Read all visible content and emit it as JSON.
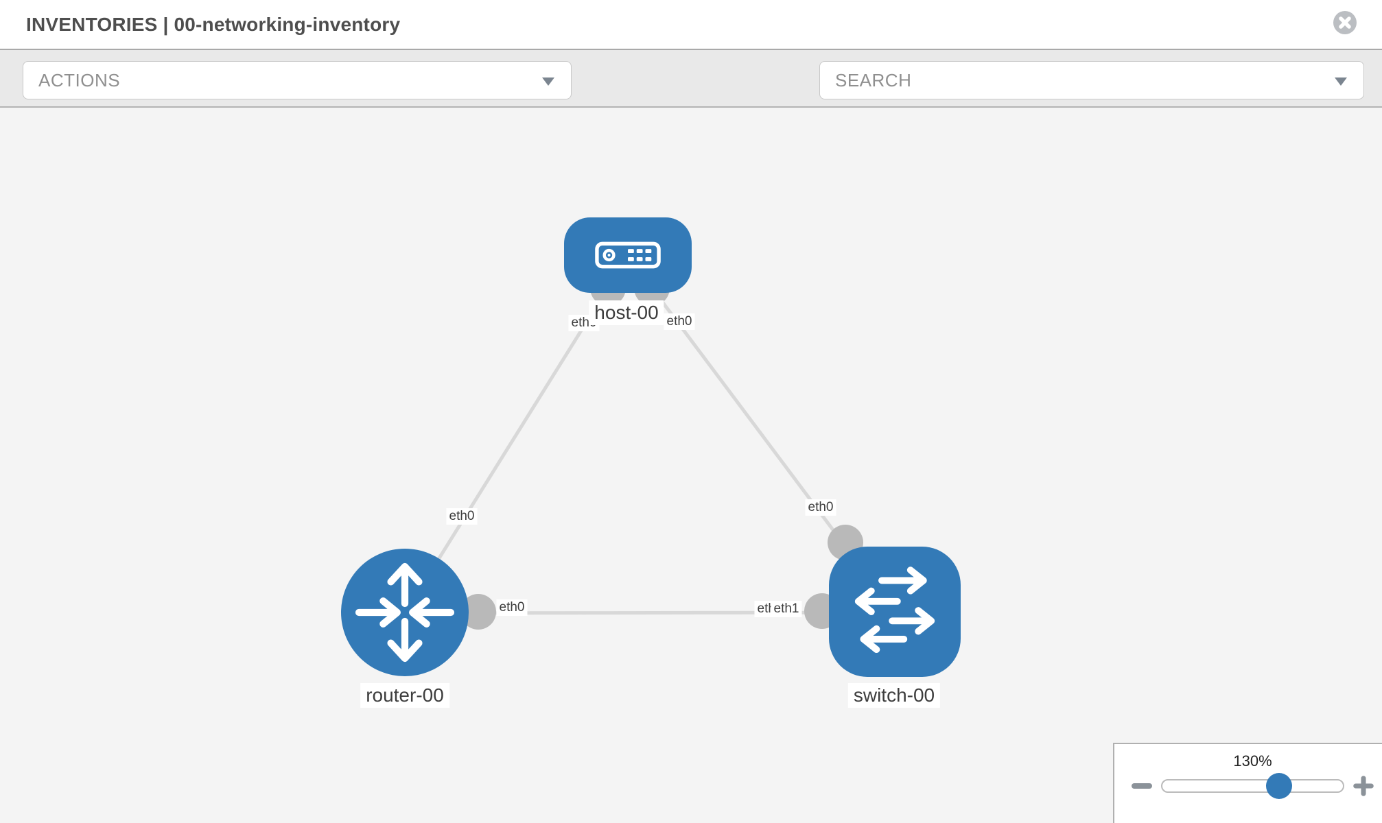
{
  "header": {
    "title": "INVENTORIES | 00-networking-inventory"
  },
  "toolbar": {
    "actions_label": "ACTIONS",
    "search_placeholder": "SEARCH",
    "icons": [
      "wrench-icon",
      "key-icon"
    ]
  },
  "topology": {
    "nodes": [
      {
        "id": "host-00",
        "type": "host",
        "label": "host-00"
      },
      {
        "id": "router-00",
        "type": "router",
        "label": "router-00"
      },
      {
        "id": "switch-00",
        "type": "switch",
        "label": "switch-00"
      }
    ],
    "links": [
      {
        "from": "router-00",
        "to": "host-00"
      },
      {
        "from": "host-00",
        "to": "switch-00"
      },
      {
        "from": "router-00",
        "to": "switch-00"
      }
    ],
    "interface_labels": {
      "host_to_router": "eth0",
      "host_to_switch": "eth0",
      "router_to_host": "eth0",
      "router_to_switch": "eth0",
      "switch_to_router_back": "eth0",
      "switch_to_router_front": "eth1",
      "switch_to_host": "eth0"
    }
  },
  "zoom_control": {
    "level": "130%"
  },
  "colors": {
    "node_blue": "#337ab7",
    "link_gray": "#d8d8d8",
    "interface_dot_gray": "#b9b9b9",
    "canvas_bg": "#f4f4f4",
    "toolbar_bg": "#e9e9e9"
  }
}
